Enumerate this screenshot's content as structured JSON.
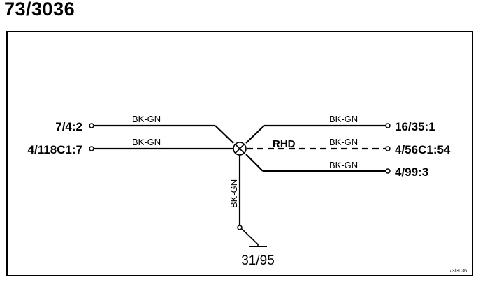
{
  "diagram": {
    "title": "73/3036",
    "footer_code": "73/3036",
    "terminals": {
      "left_top": "7/4:2",
      "left_bottom": "4/118C1:7",
      "right_top": "16/35:1",
      "right_middle": "4/56C1:54",
      "right_bottom": "4/99:3"
    },
    "wires": {
      "left_top": "BK-GN",
      "left_bottom": "BK-GN",
      "right_top": "BK-GN",
      "right_middle": "BK-GN",
      "right_bottom": "BK-GN",
      "down": "BK-GN"
    },
    "variant_label": "RHD",
    "ground": "31/95"
  }
}
